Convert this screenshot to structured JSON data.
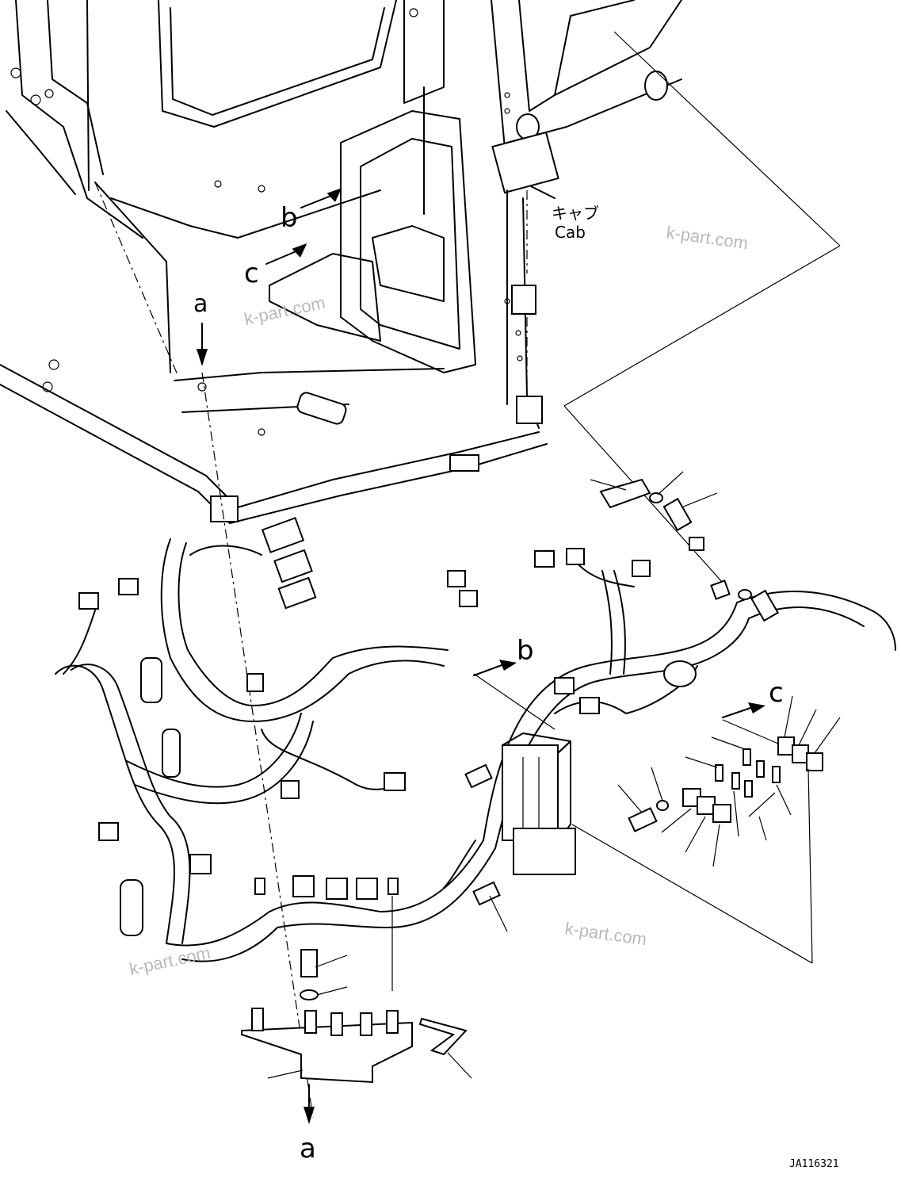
{
  "labels": {
    "a_top": "a",
    "a_bottom": "a",
    "b_top": "b",
    "b_bottom": "b",
    "c_top": "c",
    "c_bottom": "c",
    "cab_jp": "キャブ",
    "cab_en": "Cab"
  },
  "watermarks": [
    "k-part.com",
    "k-part.com",
    "k-part.com",
    "k-part.com"
  ],
  "figure_code": "JA116321"
}
